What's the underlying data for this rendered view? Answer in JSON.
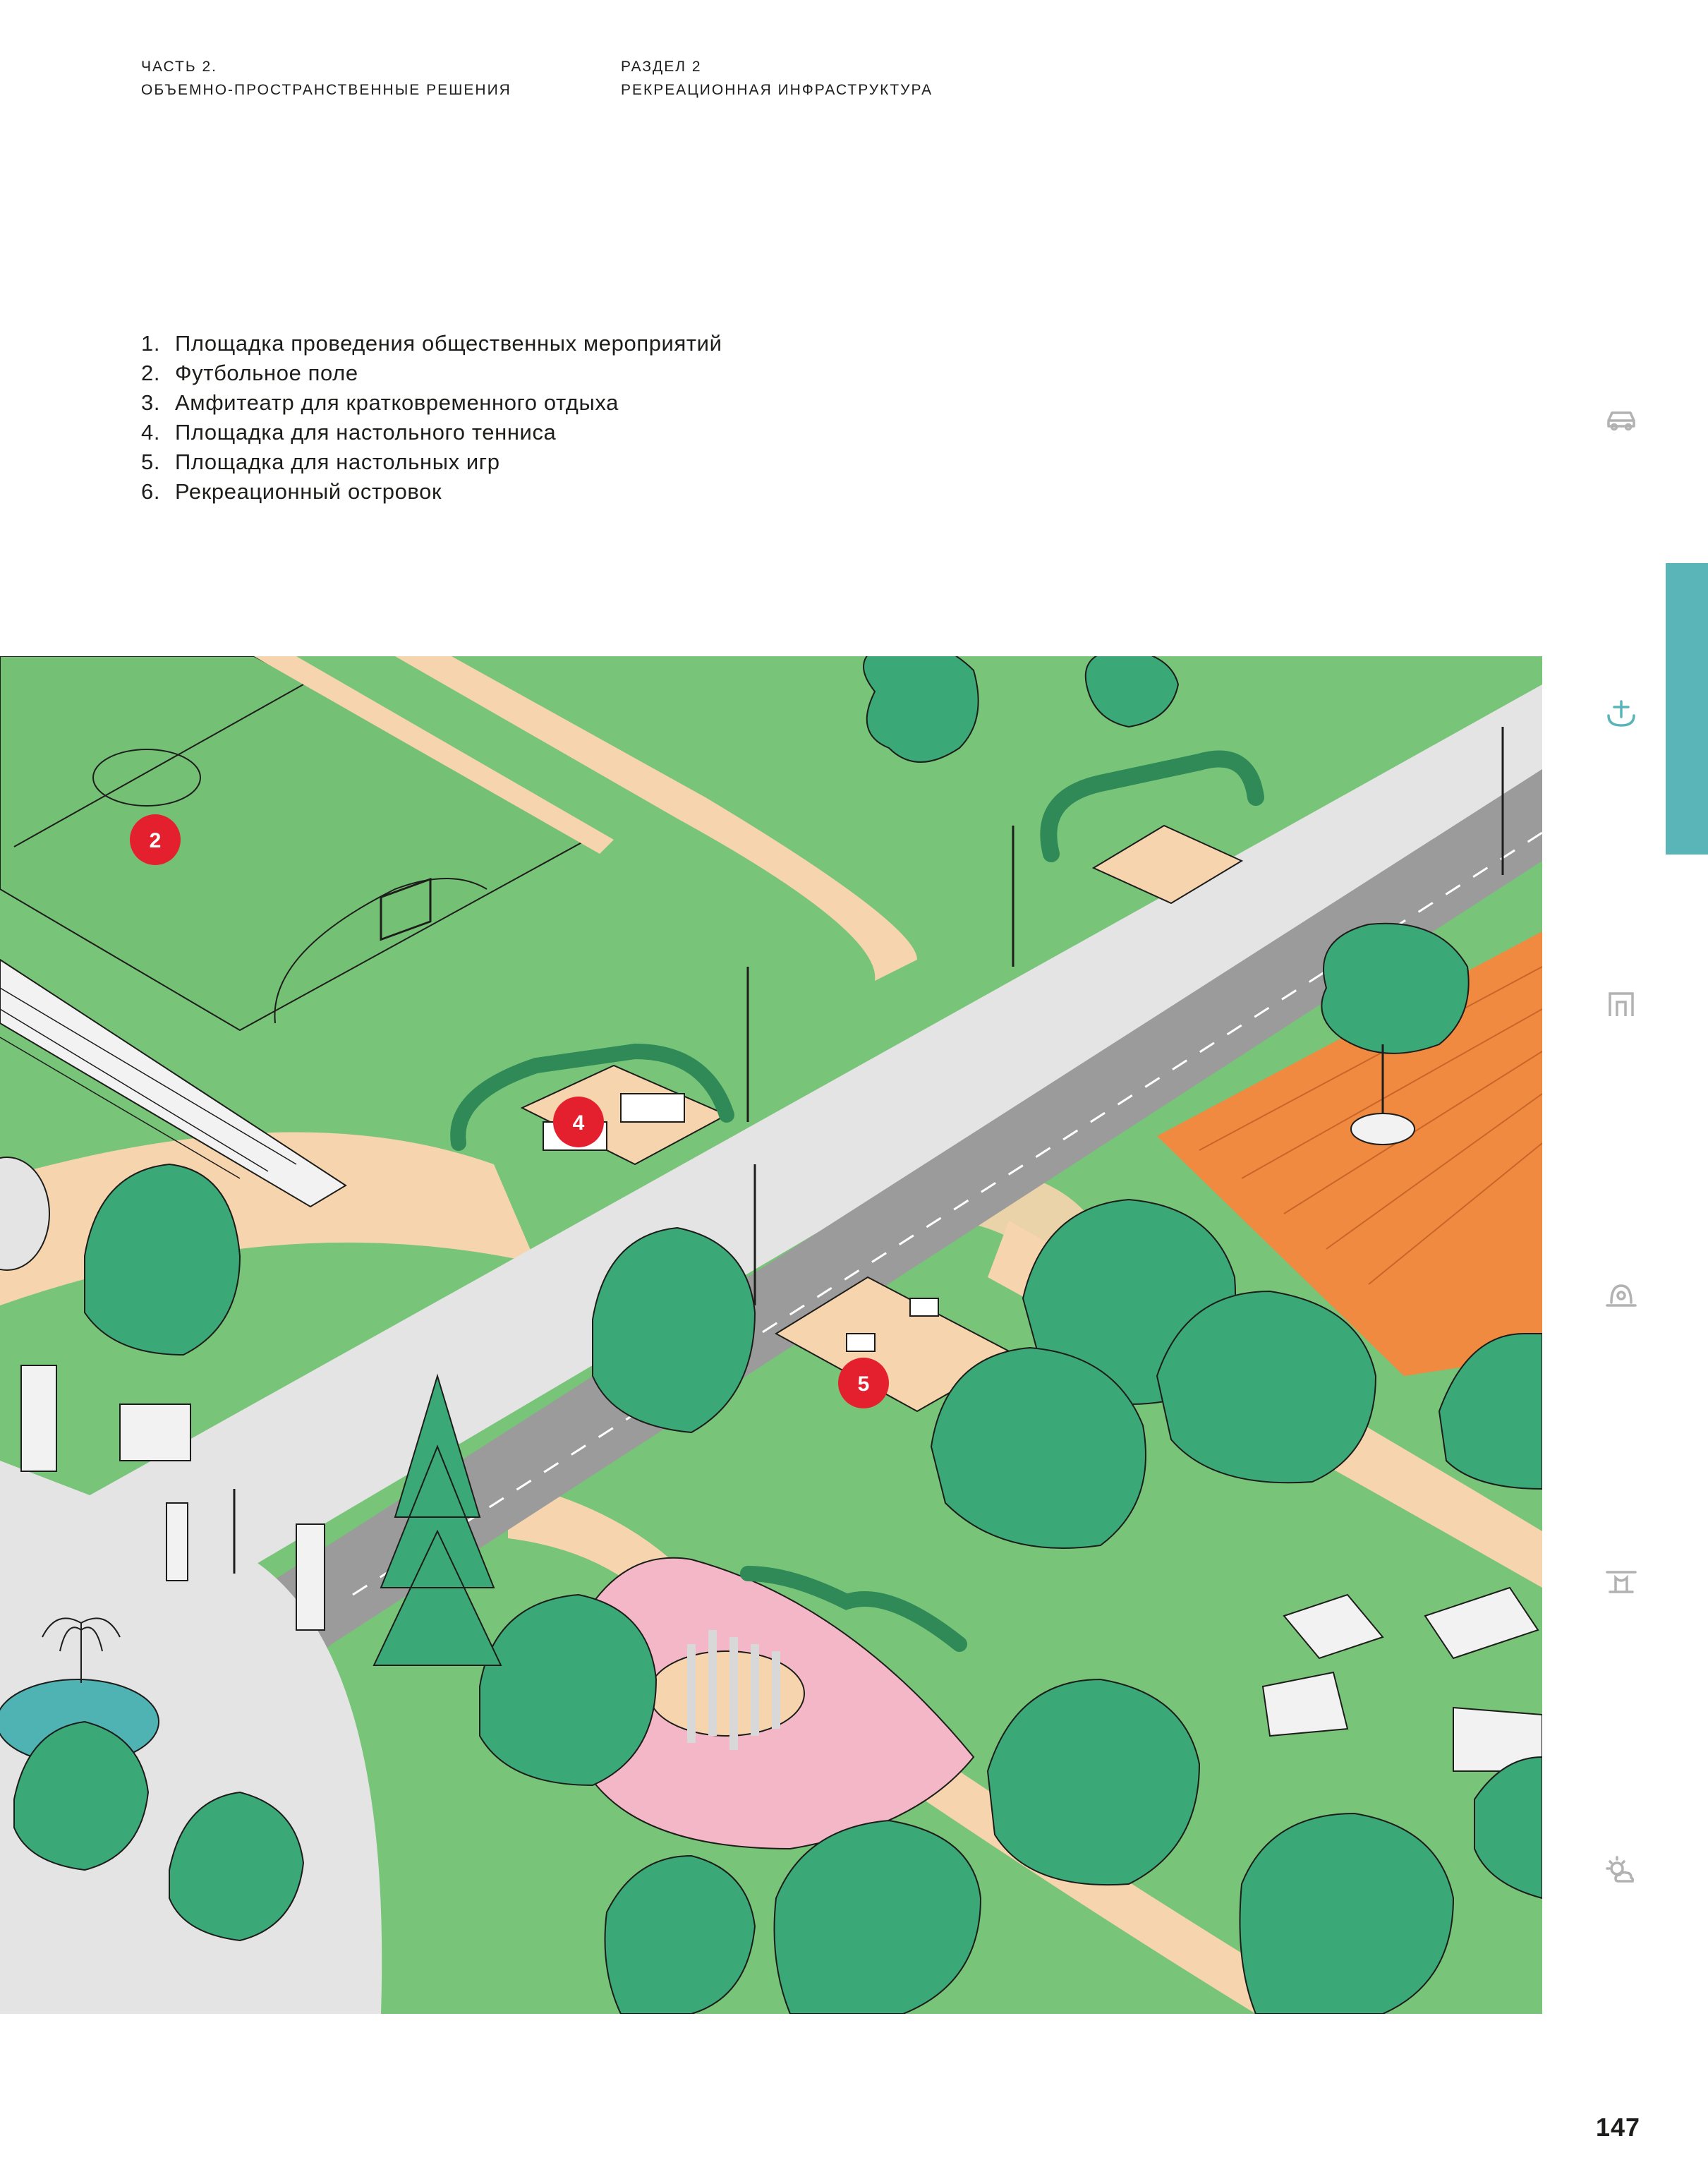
{
  "header": {
    "left": {
      "part": "ЧАСТЬ 2.",
      "title": "ОБЪЕМНО-ПРОСТРАНСТВЕННЫЕ РЕШЕНИЯ"
    },
    "right": {
      "section": "РАЗДЕЛ 2",
      "title": "РЕКРЕАЦИОННАЯ ИНФРАСТРУКТУРА"
    }
  },
  "legend": [
    {
      "num": "1.",
      "text": "Площадка проведения общественных мероприятий"
    },
    {
      "num": "2.",
      "text": "Футбольное поле"
    },
    {
      "num": "3.",
      "text": "Амфитеатр для кратковременного отдыха"
    },
    {
      "num": "4.",
      "text": "Площадка для настольного тенниса"
    },
    {
      "num": "5.",
      "text": "Площадка для настольных игр"
    },
    {
      "num": "6.",
      "text": "Рекреационный островок"
    }
  ],
  "illustration": {
    "markers": [
      "2",
      "4",
      "5"
    ],
    "colors": {
      "lawn": "#78c478",
      "path": "#f6d4ae",
      "road": "#9b9b9b",
      "sidewalk": "#e4e4e4",
      "tree": "#3aa877",
      "marker": "#e4202f",
      "orange_deck": "#f08a40",
      "playground": "#f3b7c7"
    }
  },
  "side_nav": {
    "icons": [
      "car-icon",
      "fountain-icon",
      "building-icon",
      "pond-icon",
      "bridge-icon",
      "weather-icon"
    ],
    "active": "fountain-icon",
    "accent": "#5ab5b8",
    "icon_color": "#b2b2b2"
  },
  "page_number": "147"
}
